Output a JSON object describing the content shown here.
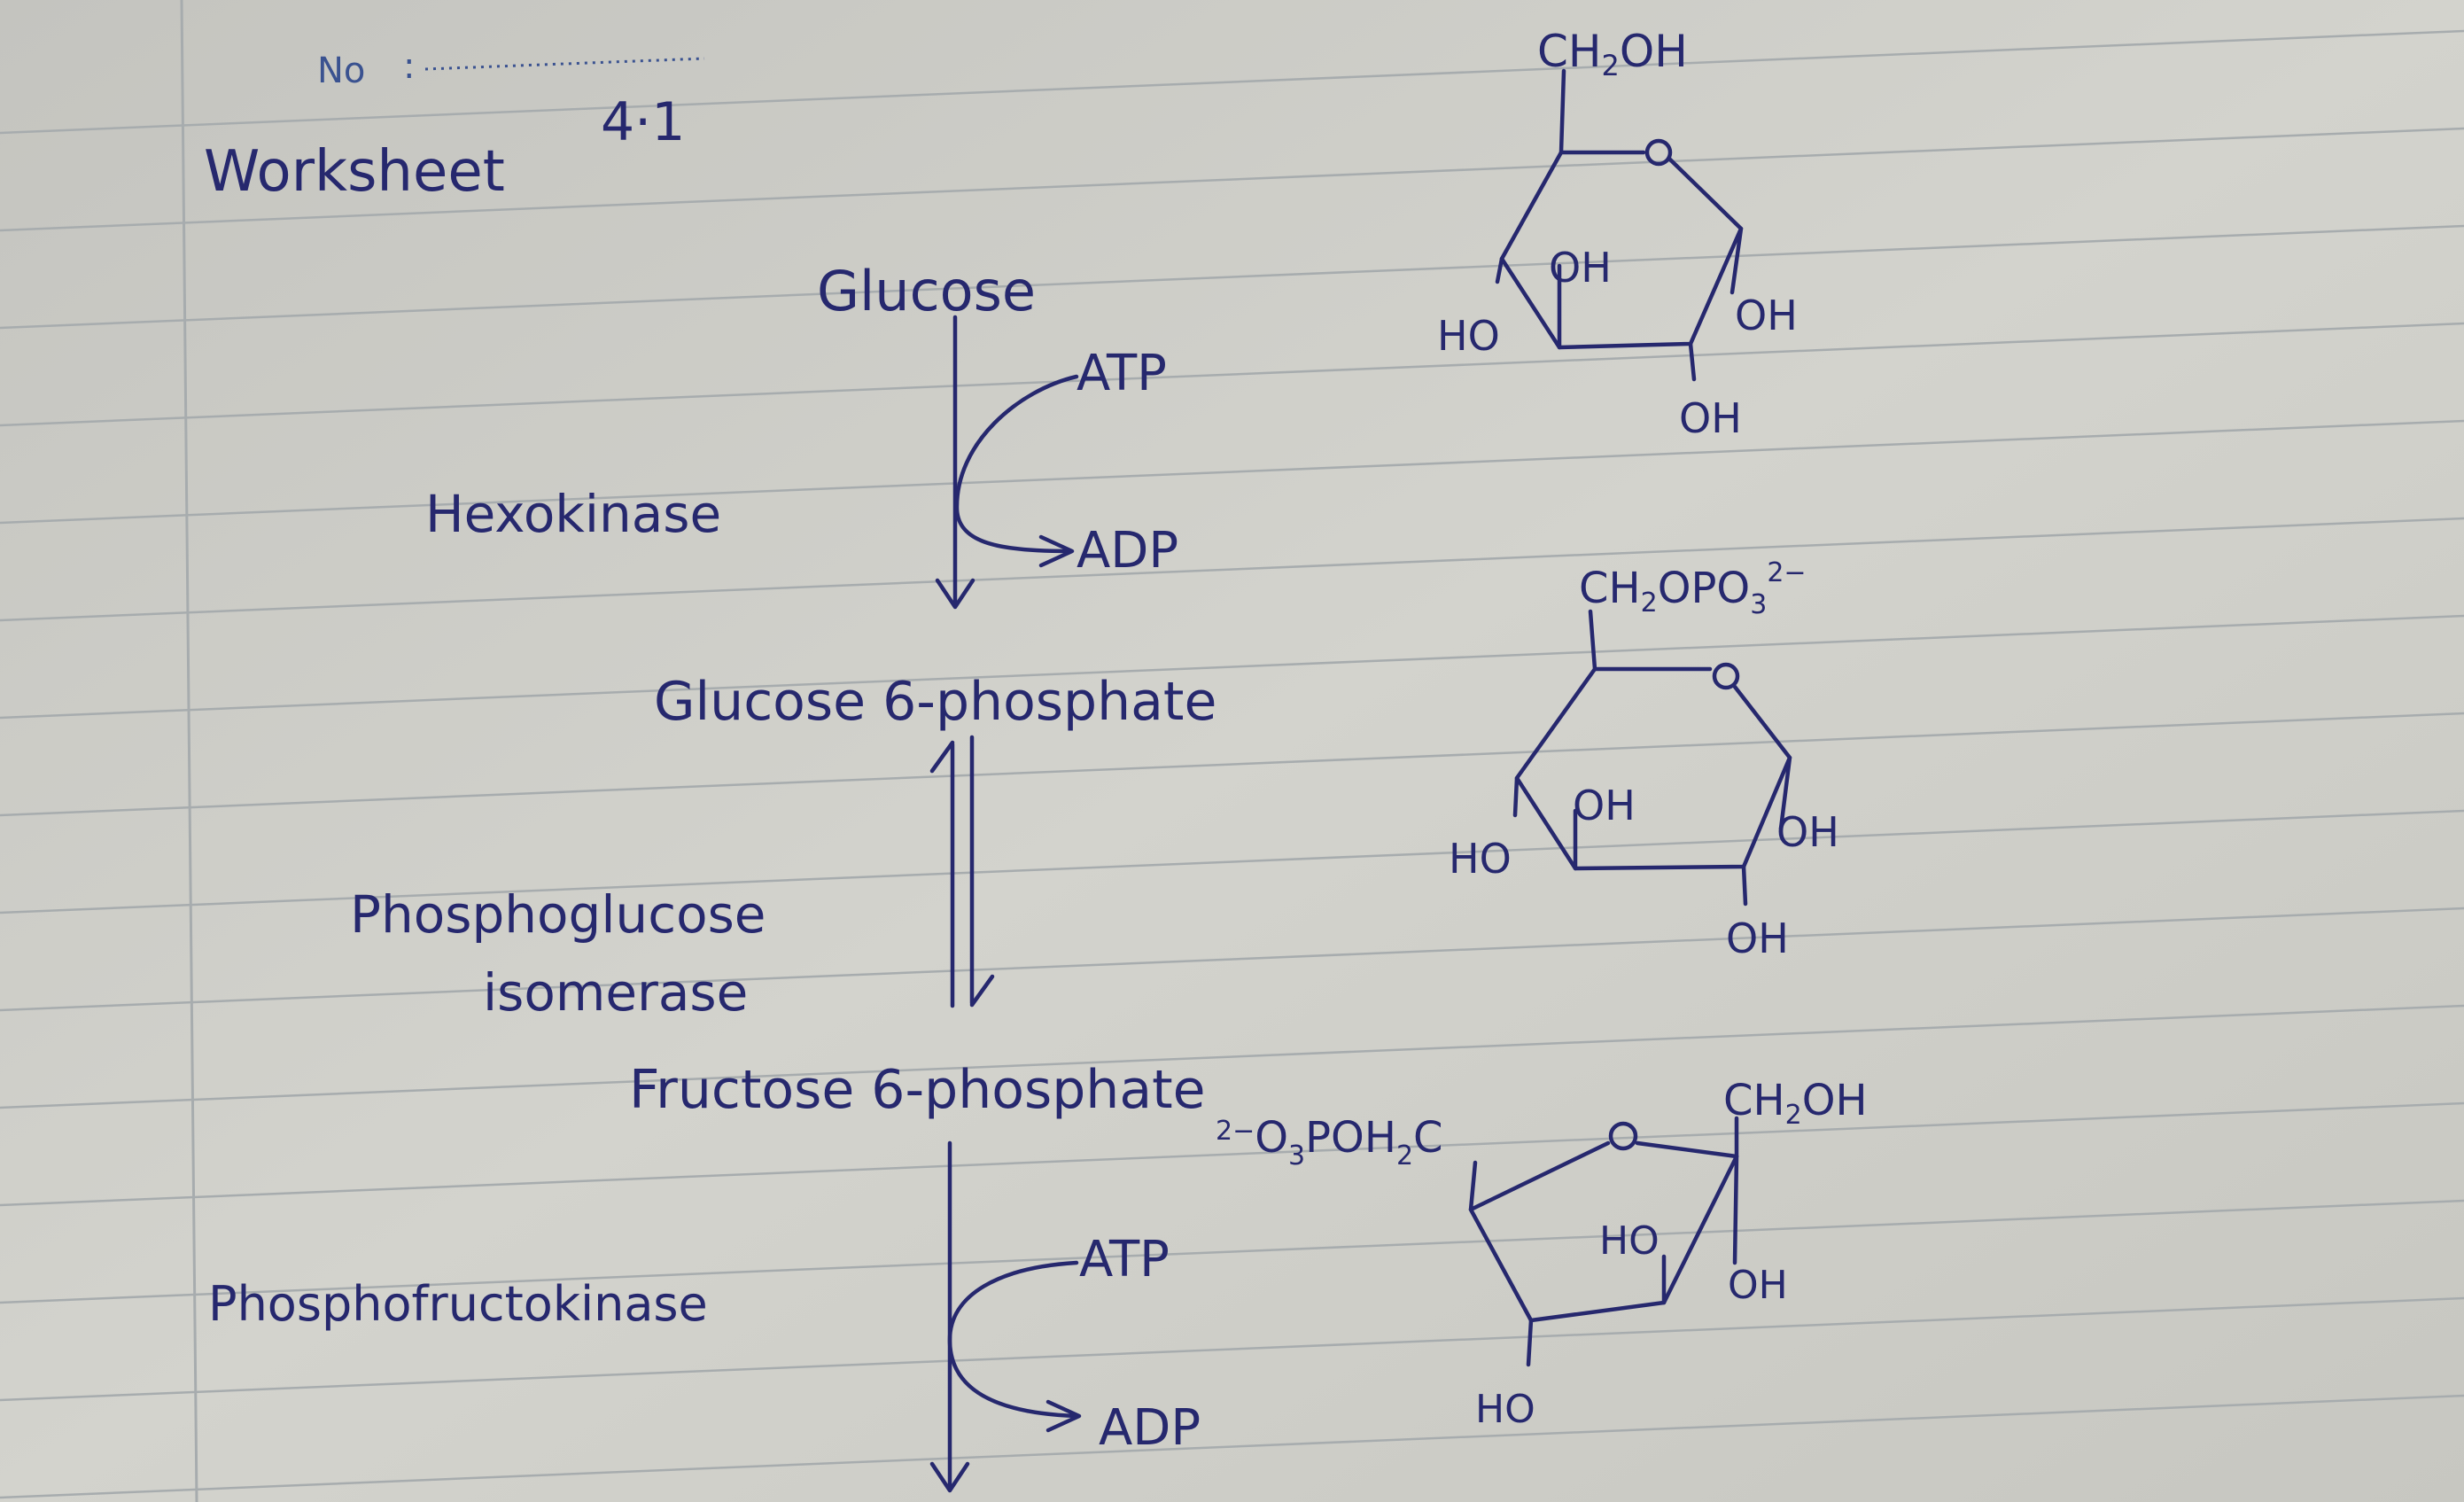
{
  "header": {
    "no_label": "No",
    "no_colon": ":",
    "worksheet_title": "Worksheet",
    "worksheet_number": "4·1"
  },
  "pathway": {
    "compounds": {
      "glucose": "Glucose",
      "glucose_6_phosphate": "Glucose 6-phosphate",
      "fructose_6_phosphate": "Fructose 6-phosphate"
    },
    "enzymes": {
      "hexokinase": "Hexokinase",
      "phosphoglucose_line1": "Phosphoglucose",
      "phosphoglucose_line2": "isomerase",
      "phosphofructokinase": "Phosphofructokinase"
    },
    "step1": {
      "cofactor_in": "ATP",
      "cofactor_out": "ADP"
    },
    "step3": {
      "cofactor_in": "ATP",
      "cofactor_out": "ADP"
    }
  },
  "structures": {
    "glucose": {
      "top": "CH2OH",
      "top_main": "CH",
      "top_sub": "2",
      "top_tail": "OH",
      "left": "HO",
      "inner": "OH",
      "right": "OH",
      "bottom": "OH",
      "ring_o": "O"
    },
    "g6p": {
      "top_main": "CH",
      "top_sub": "2",
      "top_mid": "OPO",
      "top_sub2": "3",
      "top_sup": "2−",
      "left": "HO",
      "inner": "OH",
      "right": "OH",
      "bottom": "OH",
      "ring_o": "O"
    },
    "f6p": {
      "left_charge": "2−",
      "left_o": "O",
      "left_sub3": "3",
      "left_main": "POH",
      "left_sub2": "2",
      "left_c": "C",
      "right_main": "CH",
      "right_sub": "2",
      "right_tail": "OH",
      "ring_o": "O",
      "inner": "HO",
      "right_oh": "OH",
      "bottom": "HO"
    }
  }
}
